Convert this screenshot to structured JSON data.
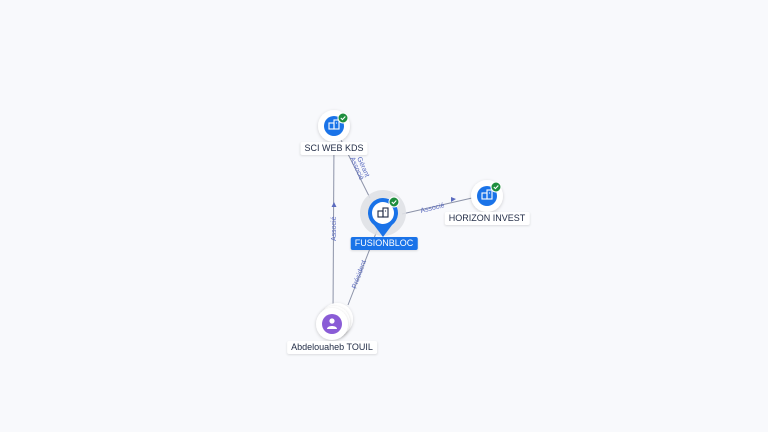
{
  "colors": {
    "background": "#f8f9fc",
    "edge": "#8c93a8",
    "edge_label": "#5b6bbf",
    "company_icon_bg": "#1a73e8",
    "person_icon_bg": "#8a5cd6",
    "check_badge": "#1e8e3e"
  },
  "nodes": {
    "sci_web_kds": {
      "label": "SCI WEB KDS",
      "icon": "building-icon",
      "verified": true
    },
    "fusionbloc": {
      "label": "FUSIONBLOC",
      "icon": "building-icon",
      "verified": true
    },
    "horizon_invest": {
      "label": "HORIZON INVEST",
      "icon": "building-icon",
      "verified": true
    },
    "person": {
      "label": "Abdelouaheb TOUIL",
      "icon": "person-icon"
    }
  },
  "edges": {
    "fusion_sci_1": "Gérant",
    "fusion_sci_2": "Associé",
    "fusion_horizon": "Associé",
    "person_sci": "Associé",
    "person_fusion": "Président"
  }
}
